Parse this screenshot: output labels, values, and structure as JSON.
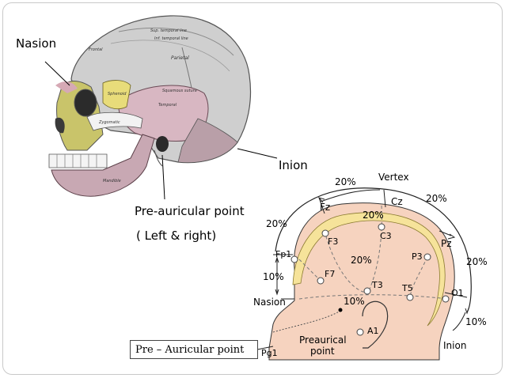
{
  "skull": {
    "nasion": "Nasion",
    "inion": "Inion",
    "preauricular": "Pre-auricular point",
    "left_right": "( Left & right)",
    "bone_labels": [
      "Frontal",
      "Parietal",
      "Temporal",
      "Squamous suture",
      "Zygomatic",
      "Mandible",
      "Sphenoid",
      "Sup. temporal line",
      "Inf. temporal line"
    ]
  },
  "head": {
    "vertex": "Vertex",
    "pct_20_top": "20%",
    "pct_20_left": "20%",
    "pct_20_right": "20%",
    "pct_20_inner_top": "20%",
    "pct_20_inner_mid": "20%",
    "pct_20_far_right": "20%",
    "pct_10_left": "10%",
    "pct_10_right": "10%",
    "pct_10_mid": "10%",
    "nasion": "Nasion",
    "inion": "Inion",
    "preaurical_line1": "Preaurical",
    "preaurical_line2": "point",
    "electrodes": {
      "fz": "Fz",
      "cz": "Cz",
      "pz": "Pz",
      "f3": "F3",
      "c3": "C3",
      "p3": "P3",
      "fp1": "Fp1",
      "f7": "F7",
      "t3": "T3",
      "t5": "T5",
      "o1": "O1",
      "a1": "A1",
      "pg1": "Pg1"
    }
  },
  "box_label": "Pre – Auricular point",
  "colors": {
    "skin": "#f6d3bf",
    "brain_band": "#f6e39a",
    "arc": "#222222"
  }
}
